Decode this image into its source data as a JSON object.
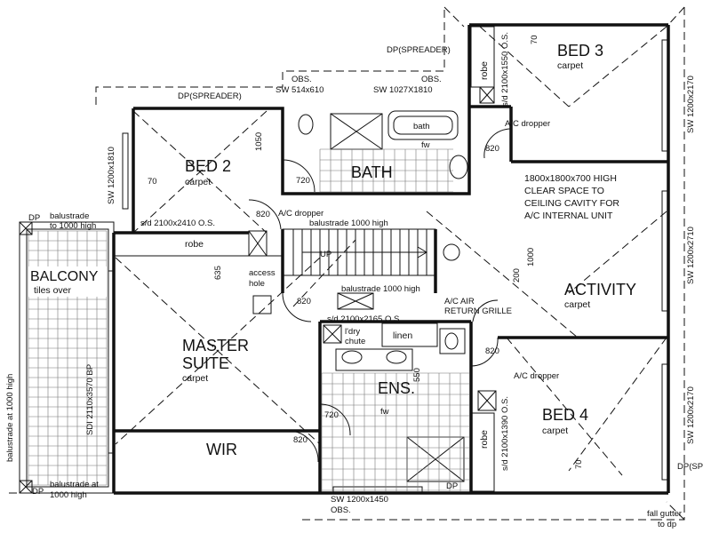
{
  "rooms": {
    "bed2": {
      "name": "BED 2",
      "finish": "carpet"
    },
    "bed3": {
      "name": "BED 3",
      "finish": "carpet"
    },
    "bed4": {
      "name": "BED 4",
      "finish": "carpet"
    },
    "bath": {
      "name": "BATH"
    },
    "activity": {
      "name": "ACTIVITY",
      "finish": "carpet"
    },
    "master": {
      "name_line1": "MASTER",
      "name_line2": "SUITE",
      "finish": "carpet"
    },
    "balcony": {
      "name": "BALCONY",
      "finish": "tiles over"
    },
    "ens": {
      "name": "ENS."
    },
    "wir": {
      "name": "WIR"
    },
    "robe": "robe",
    "linen": "linen",
    "dry_chute_1": "l'dry",
    "dry_chute_2": "chute",
    "access_hole_1": "access",
    "access_hole_2": "hole",
    "bath_tub": "bath",
    "up": "UP"
  },
  "annotations": {
    "dp_spreader": "DP(SPREADER)",
    "obs": "OBS.",
    "sw_514": "SW 514x610",
    "sw_1027": "SW 1027X1810",
    "sw_1200x1810": "SW 1200x1810",
    "sw_1200x2170": "SW 1200x2170",
    "sw_1200x2710": "SW 1200x2710",
    "sw_1200x1450": "SW 1200x1450",
    "sd_1550": "s/d 2100x1550 O.S.",
    "sd_2410": "s/d 2100x2410 O.S.",
    "sd_2165": "s/d 2100x2165 O.S.",
    "sd_1390": "s/d 2100x1390 O.S.",
    "sdi_balcony": "SDI 2110x3570 BP",
    "ac_dropper": "A/C dropper",
    "ac_air_1": "A/C AIR",
    "ac_air_2": "RETURN GRILLE",
    "clear_1": "1800x1800x700 HIGH",
    "clear_2": "CLEAR SPACE TO",
    "clear_3": "CEILING CAVITY FOR",
    "clear_4": "A/C INTERNAL UNIT",
    "balustrade_1000": "balustrade 1000 high",
    "balustrade_to_1": "balustrade",
    "balustrade_to_2": "to 1000 high",
    "balustrade_at_1": "balustrade at",
    "balustrade_at_2": "1000 high",
    "balustrade_vertical": "balustrade at 1000 high",
    "dp": "DP",
    "dp_partial": "DP(SP",
    "fw": "fw",
    "fall_gutter_1": "fall gutter",
    "fall_gutter_2": "to dp",
    "dims": {
      "d70": "70",
      "d1050": "1050",
      "d720": "720",
      "d820": "820",
      "d635": "635",
      "d1000": "1000",
      "d200": "200",
      "d550": "550"
    }
  }
}
